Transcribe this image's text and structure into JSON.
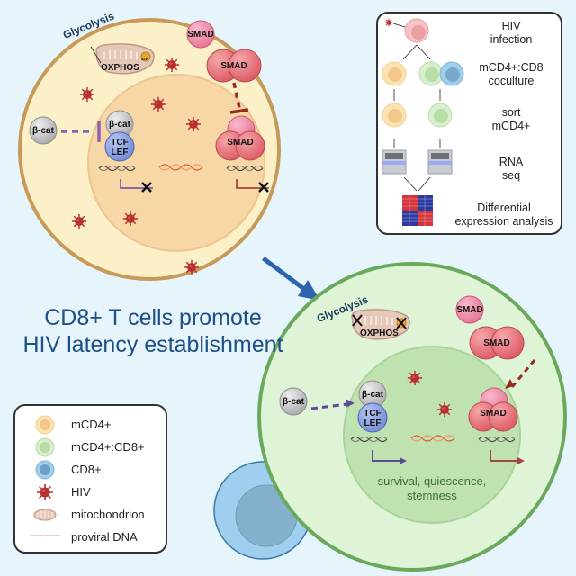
{
  "title": {
    "line1": "CD8+ T cells promote",
    "line2": "HIV latency establishment"
  },
  "colors": {
    "background": "#e6f4fc",
    "title_blue": "#1e4f86",
    "cd4_cell_fill": "#fbf0c8",
    "cd4_cell_border": "#c89a5a",
    "cd4_nucleus": "#f7d7a6",
    "coculture_cell_fill": "#dff3d6",
    "coculture_cell_border": "#6aa85c",
    "coculture_nucleus": "#bfe2b0",
    "cd8_fill": "#9fcfee",
    "cd8_border": "#3b78a8",
    "smad": "#e8737a",
    "smad_light": "#ee8aa5",
    "bcat": "#c8c8c8",
    "tcf": "#8aa3e0",
    "hiv": "#b8312f",
    "proviral_dna": "#f06a3c",
    "arrow_blue": "#2d63ae"
  },
  "top_cell": {
    "glycolysis_label": "Glycolysis",
    "oxphos_label": "OXPHOS",
    "atp_label": "ATP",
    "smad_monomer_label": "SMAD",
    "smad_dimer_label": "SMAD",
    "smad_trimer_label": "SMAD",
    "bcat_free_label": "β-cat",
    "bcat_bound_label": "β-cat",
    "tcf_label_line1": "TCF",
    "tcf_label_line2": "LEF",
    "transcription_state": "blocked"
  },
  "bottom_cell": {
    "glycolysis_label": "Glycolysis",
    "oxphos_label": "OXPHOS",
    "smad_monomer_label": "SMAD",
    "smad_dimer_label": "SMAD",
    "smad_trimer_label": "SMAD",
    "bcat_free_label": "β-cat",
    "bcat_bound_label": "β-cat",
    "tcf_label_line1": "TCF",
    "tcf_label_line2": "LEF",
    "outcome_line1": "survival, quiescence,",
    "outcome_line2": "stemness",
    "transcription_state": "active"
  },
  "workflow": {
    "steps": [
      {
        "label_line1": "HIV",
        "label_line2": "infection"
      },
      {
        "label_line1": "mCD4+:CD8",
        "label_line2": "coculture"
      },
      {
        "label_line1": "sort",
        "label_line2": "mCD4+"
      },
      {
        "label_line1": "RNA",
        "label_line2": "seq"
      },
      {
        "label_line1": "Differential",
        "label_line2": "expression analysis"
      }
    ]
  },
  "legend": {
    "items": [
      {
        "icon": "mcd4-cell-icon",
        "label": "mCD4+"
      },
      {
        "icon": "coculture-cell-icon",
        "label": "mCD4+:CD8+"
      },
      {
        "icon": "cd8-cell-icon",
        "label": "CD8+"
      },
      {
        "icon": "hiv-virion-icon",
        "label": "HIV"
      },
      {
        "icon": "mitochondrion-icon",
        "label": "mitochondrion"
      },
      {
        "icon": "proviral-dna-icon",
        "label": "proviral DNA"
      }
    ]
  }
}
